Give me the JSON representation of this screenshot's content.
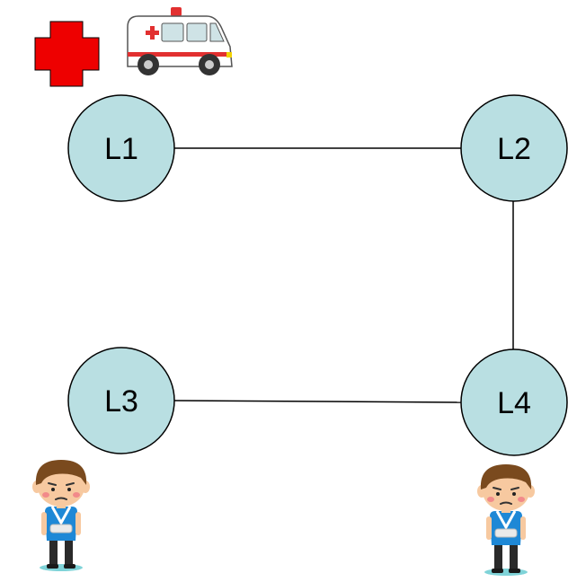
{
  "diagram": {
    "nodes": [
      {
        "id": "L1",
        "label": "L1"
      },
      {
        "id": "L2",
        "label": "L2"
      },
      {
        "id": "L3",
        "label": "L3"
      },
      {
        "id": "L4",
        "label": "L4"
      }
    ],
    "edges": [
      {
        "from": "L1",
        "to": "L2"
      },
      {
        "from": "L2",
        "to": "L4"
      },
      {
        "from": "L3",
        "to": "L4"
      }
    ],
    "icons": {
      "hospital": "red-cross-icon",
      "ambulance": "ambulance-icon",
      "patient_at_l3": "injured-person-icon",
      "patient_at_l4": "injured-person-icon"
    },
    "colors": {
      "node_fill": "#b9dfe2",
      "node_stroke": "#000000",
      "edge": "#000000",
      "cross": "#ee0000",
      "shirt": "#1e88d6",
      "hair": "#7a4a1e",
      "skin": "#f7c9a0"
    }
  }
}
